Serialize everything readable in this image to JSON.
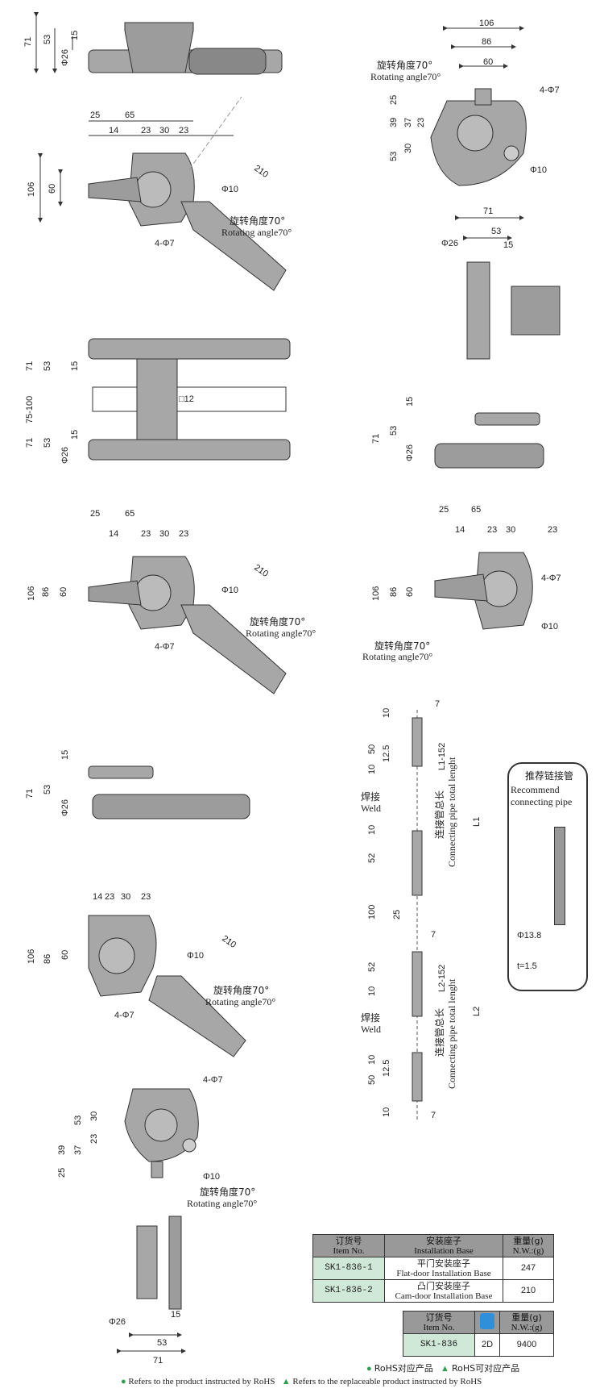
{
  "views": {
    "top_left": {
      "dims": [
        "71",
        "53",
        "15",
        "Φ26"
      ]
    },
    "top_right": {
      "dims": [
        "106",
        "86",
        "60",
        "25",
        "39",
        "37",
        "23",
        "30",
        "53",
        "4-Φ7",
        "Φ10"
      ],
      "angle_cn": "旋转角度70°",
      "angle_en": "Rotating angle70°"
    },
    "view2": {
      "dims": [
        "25",
        "65",
        "14",
        "23",
        "30",
        "23",
        "106",
        "60",
        "Φ10",
        "4-Φ7",
        "210"
      ],
      "angle_cn": "旋转角度70°",
      "angle_en": "Rotating angle70°"
    },
    "side_right": {
      "dims": [
        "71",
        "53",
        "15",
        "Φ26"
      ]
    },
    "view3": {
      "dims": [
        "71",
        "53",
        "15",
        "75-100",
        "71",
        "53",
        "15",
        "Φ26",
        "□12"
      ]
    },
    "view4": {
      "dims": [
        "15",
        "71",
        "53",
        "Φ26"
      ]
    },
    "view5": {
      "dims": [
        "25",
        "65",
        "14",
        "23",
        "30",
        "23",
        "106",
        "86",
        "60",
        "Φ10",
        "4-Φ7",
        "210"
      ],
      "angle_cn": "旋转角度70°",
      "angle_en": "Rotating angle70°"
    },
    "view6": {
      "dims": [
        "25",
        "65",
        "14",
        "23",
        "30",
        "23",
        "106",
        "86",
        "60",
        "4-Φ7",
        "Φ10"
      ],
      "angle_cn": "旋转角度70°",
      "angle_en": "Rotating angle70°"
    },
    "pipe": {
      "dims": [
        "7",
        "10",
        "50",
        "10",
        "12.5",
        "10",
        "52",
        "100",
        "25",
        "7",
        "52",
        "10",
        "10",
        "50",
        "12.5",
        "10",
        "7",
        "L1-152",
        "L1",
        "L2-152",
        "L2"
      ],
      "weld_cn": "焊接",
      "weld_en": "Weld",
      "pipe_cn": "连接管总长",
      "pipe_en": "Connecting pipe total lenght"
    },
    "view7": {
      "dims": [
        "15",
        "71",
        "53",
        "Φ26"
      ]
    },
    "view8": {
      "dims": [
        "14",
        "23",
        "30",
        "23",
        "106",
        "86",
        "60",
        "Φ10",
        "4-Φ7",
        "210"
      ],
      "angle_cn": "旋转角度70°",
      "angle_en": "Rotating angle70°"
    },
    "view9": {
      "dims": [
        "4-Φ7",
        "53",
        "30",
        "23",
        "39",
        "37",
        "25",
        "Φ10"
      ],
      "angle_cn": "旋转角度70°",
      "angle_en": "Rotating angle70°"
    },
    "view10": {
      "dims": [
        "Φ26",
        "15",
        "53",
        "71"
      ]
    }
  },
  "recommend": {
    "title_cn": "推荐链接管",
    "title_en1": "Recommend",
    "title_en2": "connecting pipe",
    "dia": "Φ13.8",
    "thick": "t=1.5"
  },
  "table1": {
    "headers": [
      {
        "cn": "订货号",
        "en": "Item No."
      },
      {
        "cn": "安装座子",
        "en": "Installation Base"
      },
      {
        "cn": "重量(g)",
        "en": "N.W.:(g)"
      }
    ],
    "rows": [
      {
        "item": "SK1-836-1",
        "cn": "平门安装座子",
        "en": "Flat-door Installation Base",
        "weight": "247"
      },
      {
        "item": "SK1-836-2",
        "cn": "凸门安装座子",
        "en": "Cam-door Installation Base",
        "weight": "210"
      }
    ]
  },
  "table2": {
    "headers": [
      {
        "cn": "订货号",
        "en": "Item No."
      },
      {
        "cn": "",
        "en": ""
      },
      {
        "cn": "重量(g)",
        "en": "N.W.:(g)"
      }
    ],
    "row": {
      "item": "SK1-836",
      "type": "2D",
      "weight": "9400"
    },
    "icon": "cad-file-icon"
  },
  "legend": {
    "l1_cn": "RoHS对应产品",
    "l2_cn": "RoHS可对应产品",
    "r1_en": "Refers to the product instructed by RoHS",
    "r2_en": "Refers to the replaceable product instructed by RoHS"
  },
  "colors": {
    "part": "#a7a7a7",
    "part_dark": "#6f6f6f",
    "code_bg": "#cfe8d8",
    "header_bg": "#999999",
    "rohs": "#2e9e4f"
  }
}
